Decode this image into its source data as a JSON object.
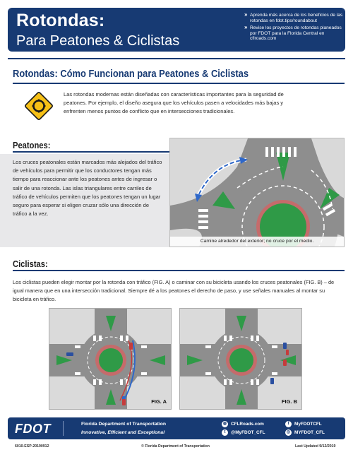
{
  "header": {
    "title": "Rotondas:",
    "subtitle": "Para Peatones & Ciclistas",
    "links": [
      "Aprenda más acerca de los beneficios de las rotondas en fdot.tips/roundabout",
      "Revise los proyectos de rotondas planeados por FDOT para la Florida Central en cflroads.com"
    ]
  },
  "main": {
    "heading": "Rotondas: Cómo Funcionan para Peatones & Ciclistas",
    "intro": "Las rotondas modernas están diseñadas con características importantes para la seguridad de peatones. Por ejemplo, el diseño asegura que los vehículos pasen a velocidades más bajas y enfrenten menos puntos de conflicto que en intersecciones tradicionales."
  },
  "pedestrians": {
    "heading": "Peatones:",
    "text": "Los cruces peatonales están marcados más alejados del tráfico de vehículos para permitir que los conductores tengan más tiempo para reaccionar ante los peatones antes de ingresar o salir de una rotonda. Las islas triangulares entre carriles de tráfico de vehículos permiten que los peatones tengan un lugar seguro para esperar si eligen cruzar sólo una dirección de tráfico a la vez.",
    "caption": "Camine alrededor del exterior; no cruce por el medio."
  },
  "cyclists": {
    "heading": "Ciclistas:",
    "text": "Los ciclistas pueden elegir montar por la rotonda con tráfico (FIG. A) o caminar con su bicicleta usando los cruces peatonales (FIG. B) – de igual manera que en una intersección tradicional. Siempre dé a los peatones el derecho de paso, y use señales manuales al montar su bicicleta en tráfico.",
    "fig_a": "FIG. A",
    "fig_b": "FIG. B"
  },
  "footer": {
    "logo": "FDOT",
    "org": "Florida Department of Transportation",
    "tagline": "Innovative, Efficient and Exceptional",
    "social": [
      {
        "icon": "globe-icon",
        "label": "CFLRoads.com"
      },
      {
        "icon": "twitter-icon",
        "label": "@MyFDOT_CFL"
      },
      {
        "icon": "facebook-icon",
        "label": "MyFDOTCFL"
      },
      {
        "icon": "instagram-icon",
        "label": "MYFDOT_CFL"
      }
    ]
  },
  "bottom": {
    "code": "6010-ESP-20190912",
    "copyright": "© Florida Department of Transportation",
    "updated": "Last Updated 9/12/2019"
  },
  "colors": {
    "brand": "#173a73",
    "island": "#2e8b3a",
    "road": "#8c8c8c",
    "roundabout_ring": "#c46262"
  }
}
